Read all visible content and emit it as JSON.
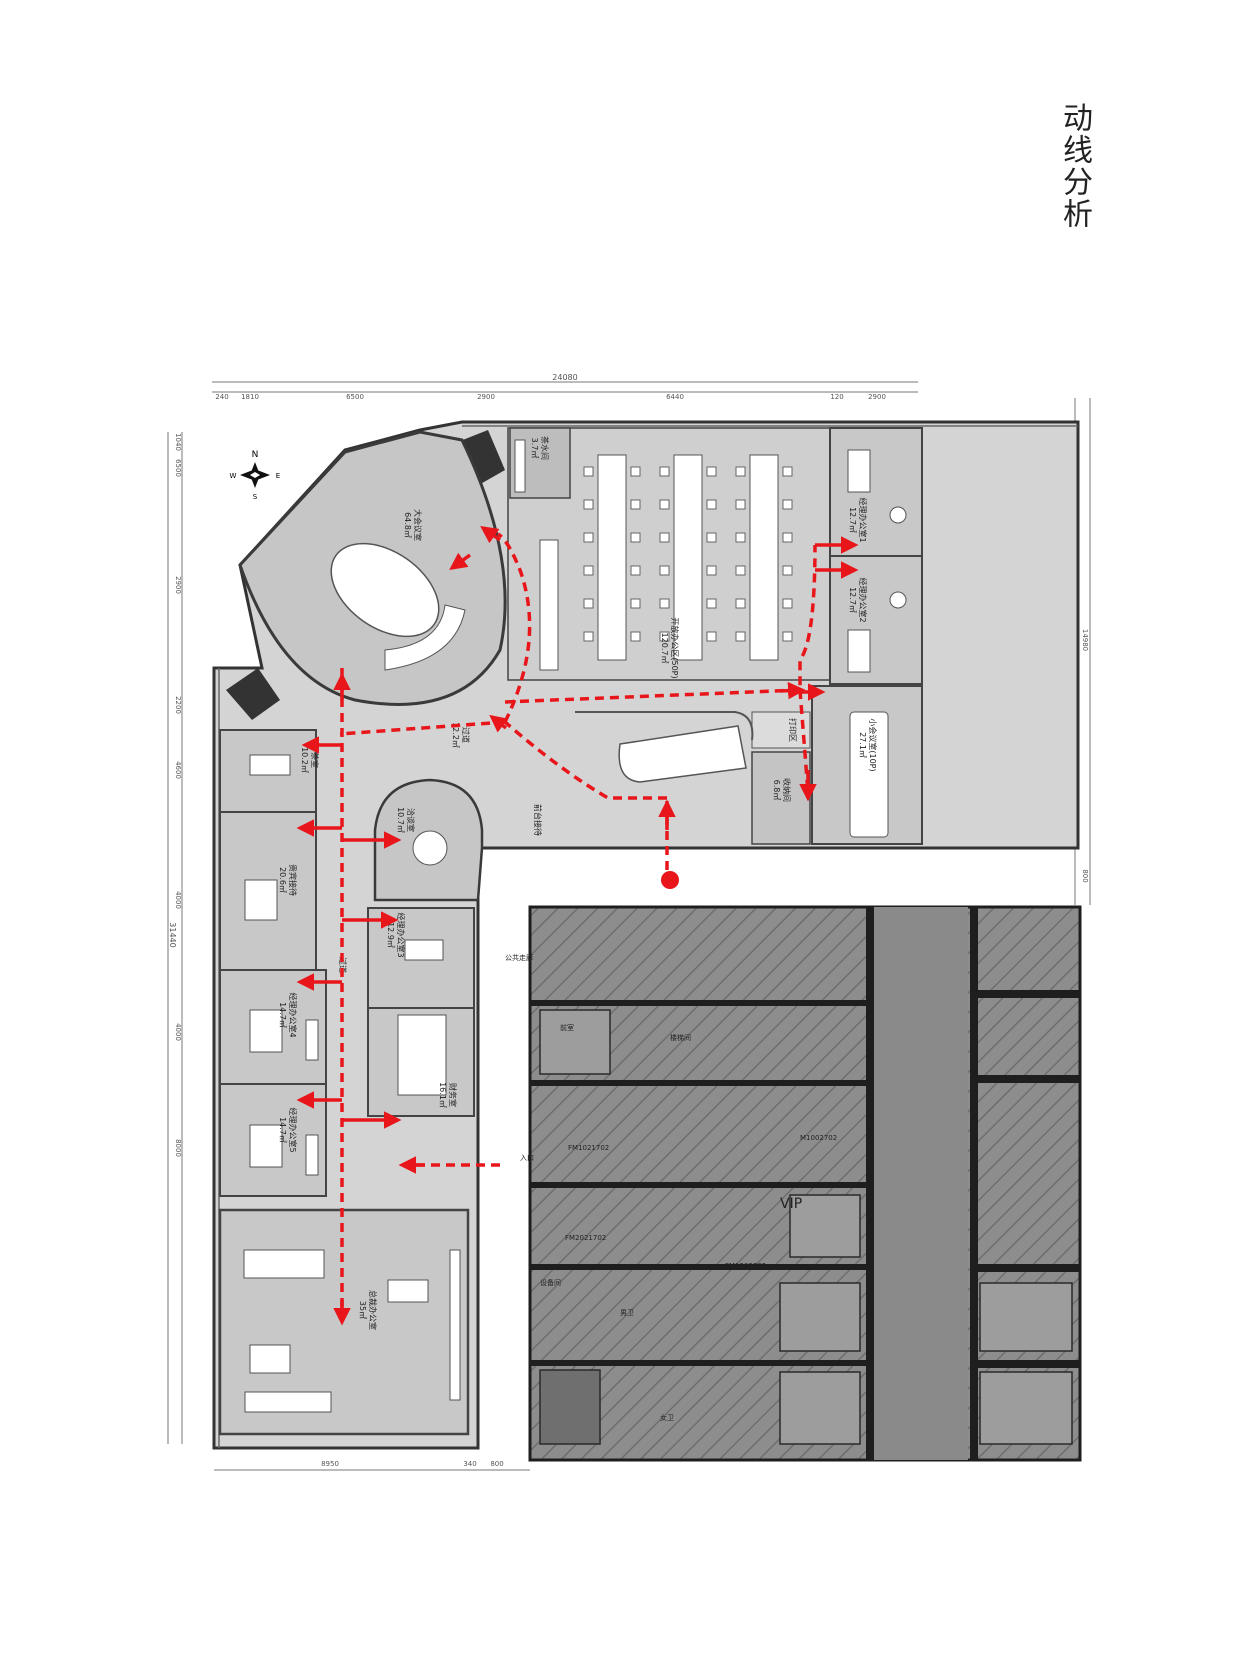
{
  "title": "动线分析",
  "dimensions": {
    "top": [
      "240",
      "1810",
      "6500",
      "2900",
      "6440",
      "120",
      "2900"
    ],
    "top_total": "24080",
    "left": [
      "1040",
      "6500",
      "2900",
      "2200",
      "4600",
      "4000",
      "4000",
      "8000"
    ],
    "left_total": "31440",
    "bottom": [
      "8950",
      "340",
      "800"
    ],
    "right": [
      "14980",
      "800"
    ]
  },
  "rooms": [
    {
      "id": "big-meeting",
      "name": "大会议室",
      "area": "64.8㎡"
    },
    {
      "id": "open-office",
      "name": "开放办公区(50P)",
      "area": "120.7㎡"
    },
    {
      "id": "pantry",
      "name": "茶水间",
      "area": "3.7㎡"
    },
    {
      "id": "manager-1",
      "name": "经理办公室1",
      "area": "12.7㎡"
    },
    {
      "id": "manager-2",
      "name": "经理办公室2",
      "area": "12.7㎡"
    },
    {
      "id": "small-meeting",
      "name": "小会议室(10P)",
      "area": "27.1㎡"
    },
    {
      "id": "printing",
      "name": "打印区",
      "area": ""
    },
    {
      "id": "storage",
      "name": "收纳间",
      "area": "6.8㎡"
    },
    {
      "id": "corridor-top",
      "name": "过道",
      "area": "12.2㎡"
    },
    {
      "id": "reception",
      "name": "前台接待",
      "area": ""
    },
    {
      "id": "negotiation",
      "name": "洽谈室",
      "area": "10.7㎡"
    },
    {
      "id": "tea-room",
      "name": "茶室",
      "area": "10.2㎡"
    },
    {
      "id": "vip-reception",
      "name": "贵宾接待",
      "area": "20.6㎡"
    },
    {
      "id": "manager-3",
      "name": "经理办公室3",
      "area": "12.9㎡"
    },
    {
      "id": "manager-4",
      "name": "经理办公室4",
      "area": "14.7㎡"
    },
    {
      "id": "finance",
      "name": "财务室",
      "area": "16.1㎡"
    },
    {
      "id": "manager-5",
      "name": "经理办公室5",
      "area": "14.7㎡"
    },
    {
      "id": "corridor-left",
      "name": "过道",
      "area": ""
    },
    {
      "id": "gm-office",
      "name": "总裁办公室",
      "area": "35㎡"
    }
  ],
  "core_labels": [
    "VIP",
    "M1002702",
    "FM1021702",
    "FM2021702",
    "FM1202702",
    "公共走廊",
    "前室",
    "楼梯间",
    "设备间",
    "男卫",
    "女卫"
  ],
  "compass": {
    "n": "N",
    "s": "S",
    "e": "E",
    "w": "W"
  },
  "entrance_label": "入口",
  "colors": {
    "flow": "#e8161a",
    "room_fill": "#d2d2d2",
    "wall": "#3a3a3a",
    "core_fill": "#8a8a8a"
  }
}
